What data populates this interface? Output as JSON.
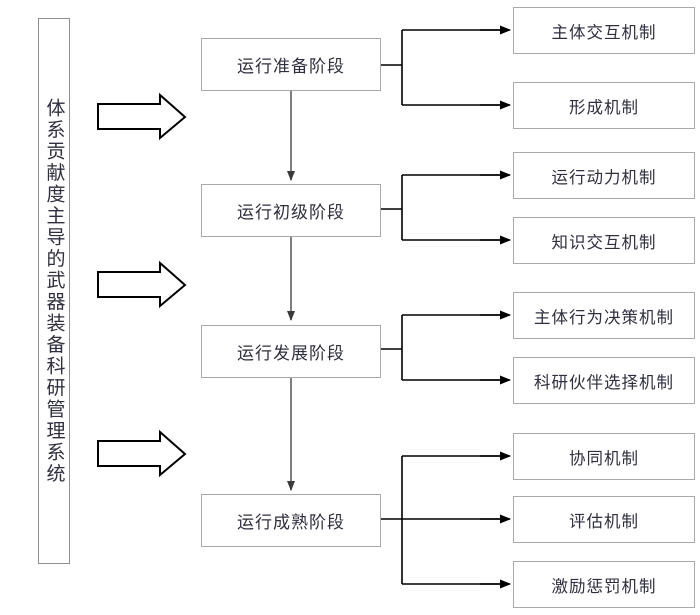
{
  "diagram": {
    "title_panel": {
      "text": "体系贡献度主导的武器装备科研管理系统"
    },
    "stages": [
      {
        "label": "运行准备阶段"
      },
      {
        "label": "运行初级阶段"
      },
      {
        "label": "运行发展阶段"
      },
      {
        "label": "运行成熟阶段"
      }
    ],
    "mechanisms": [
      {
        "label": "主体交互机制"
      },
      {
        "label": "形成机制"
      },
      {
        "label": "运行动力机制"
      },
      {
        "label": "知识交互机制"
      },
      {
        "label": "主体行为决策机制"
      },
      {
        "label": "科研伙伴选择机制"
      },
      {
        "label": "协同机制"
      },
      {
        "label": "评估机制"
      },
      {
        "label": "激励惩罚机制"
      }
    ],
    "block_arrows": [
      {
        "name": "block-arrow-1"
      },
      {
        "name": "block-arrow-2"
      },
      {
        "name": "block-arrow-3"
      }
    ],
    "colors": {
      "box_border": "#a9a9a9",
      "panel_border": "#8f8f8f",
      "text": "#2f2f3f",
      "connector_gray": "#808080",
      "connector_black": "#000000",
      "background": "#ffffff"
    }
  }
}
